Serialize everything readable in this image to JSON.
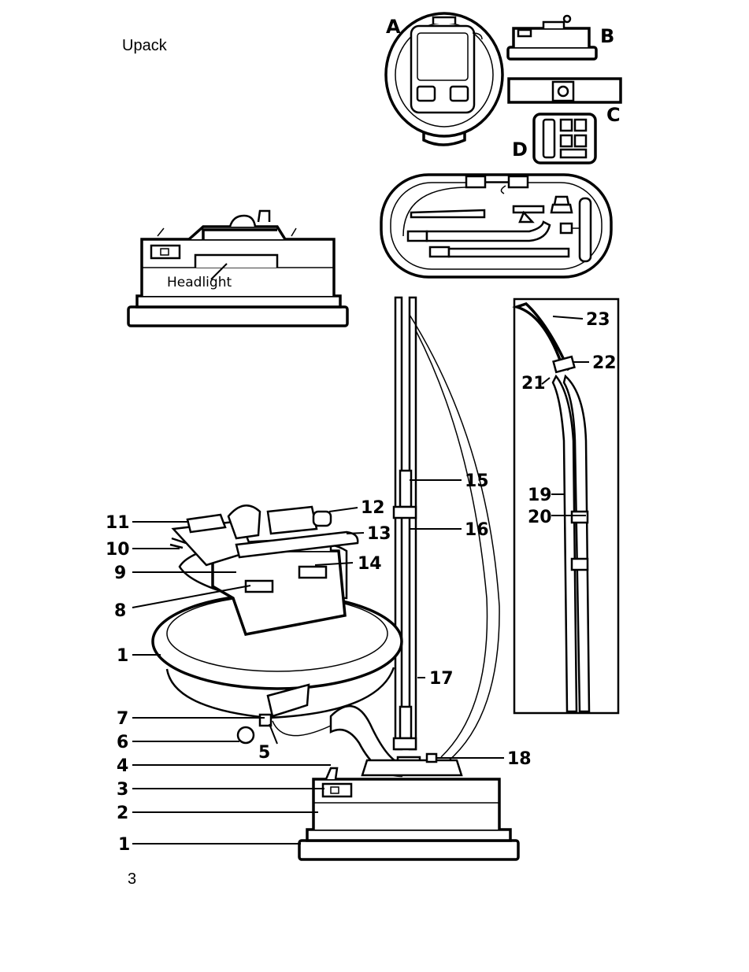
{
  "page": {
    "header": "Upack",
    "page_number": "3"
  },
  "diagram": {
    "headlight_label": "Headlight",
    "accessory_letters": {
      "a": "A",
      "b": "B",
      "c": "C",
      "d": "D"
    },
    "part_numbers": {
      "p1_canister": "1",
      "p1_nozzle": "1",
      "p2": "2",
      "p3": "3",
      "p4": "4",
      "p5": "5",
      "p6": "6",
      "p7": "7",
      "p8": "8",
      "p9": "9",
      "p10": "10",
      "p11": "11",
      "p12": "12",
      "p13": "13",
      "p14": "14",
      "p15": "15",
      "p16": "16",
      "p17": "17",
      "p18": "18",
      "p19": "19",
      "p20": "20",
      "p21": "21",
      "p22": "22",
      "p23": "23"
    }
  }
}
